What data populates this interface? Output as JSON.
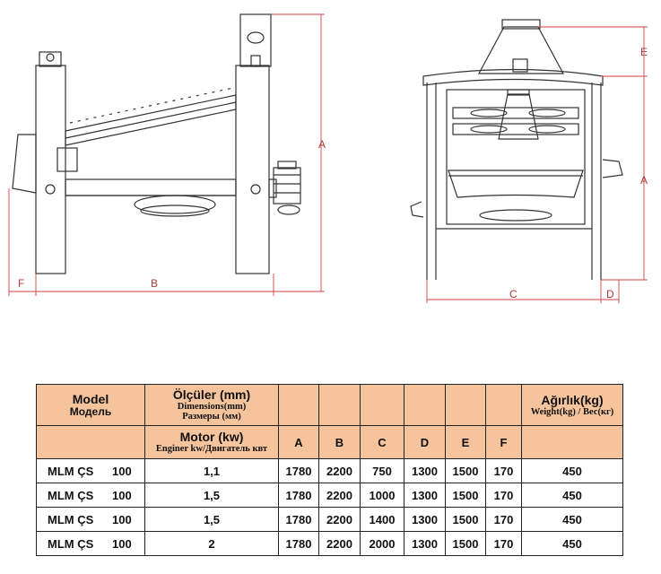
{
  "drawing": {
    "side_view_labels": {
      "a": "A",
      "b": "B",
      "f": "F"
    },
    "front_view_labels": {
      "a": "A",
      "c": "C",
      "d": "D",
      "e": "E"
    }
  },
  "table": {
    "header": {
      "model": "Model",
      "model_ru": "Модель",
      "dimensions": "Ölçüler (mm)",
      "dimensions_en": "Dimensions(mm)",
      "dimensions_ru": "Размеры (мм)",
      "motor": "Motor (kw)",
      "motor_sub": "Enginer kw/Двигатель квт",
      "weight": "Ağırlık(kg)",
      "weight_sub": "Weight(kg) / Вес(кг)",
      "cols": [
        "A",
        "B",
        "C",
        "D",
        "E",
        "F"
      ]
    },
    "rows": [
      {
        "model": "MLM ÇS",
        "size": "100",
        "motor": "1,1",
        "A": "1780",
        "B": "2200",
        "C": "750",
        "D": "1300",
        "E": "1500",
        "F": "170",
        "weight": "450"
      },
      {
        "model": "MLM ÇS",
        "size": "100",
        "motor": "1,5",
        "A": "1780",
        "B": "2200",
        "C": "1000",
        "D": "1300",
        "E": "1500",
        "F": "170",
        "weight": "450"
      },
      {
        "model": "MLM ÇS",
        "size": "100",
        "motor": "1,5",
        "A": "1780",
        "B": "2200",
        "C": "1400",
        "D": "1300",
        "E": "1500",
        "F": "170",
        "weight": "450"
      },
      {
        "model": "MLM ÇS",
        "size": "100",
        "motor": "2",
        "A": "1780",
        "B": "2200",
        "C": "2000",
        "D": "1300",
        "E": "1500",
        "F": "170",
        "weight": "450"
      }
    ]
  }
}
